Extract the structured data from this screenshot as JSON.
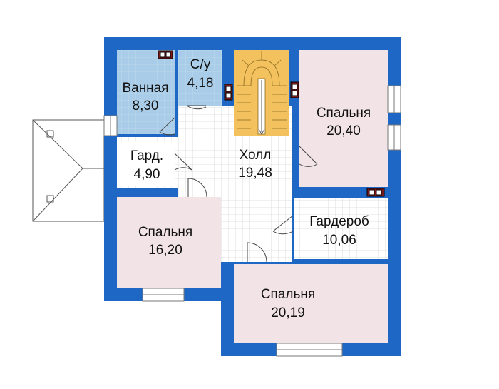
{
  "colors": {
    "wall": "#1f67c4",
    "bath_floor": "#a9cde8",
    "stair_floor": "#f3c15e",
    "bedroom_floor": "#f2e3e6",
    "hall_floor": "#ffffff",
    "grid_line": "#d3d3d3",
    "line": "#333333",
    "chimney": "#7a1a1a"
  },
  "rooms": [
    {
      "id": "bath",
      "name": "Ванная",
      "area": "8,30"
    },
    {
      "id": "wc",
      "name": "С/у",
      "area": "4,18"
    },
    {
      "id": "bedroom_ne",
      "name": "Спальня",
      "area": "20,40"
    },
    {
      "id": "closet",
      "name": "Гард.",
      "area": "4,90"
    },
    {
      "id": "hall",
      "name": "Холл",
      "area": "19,48"
    },
    {
      "id": "wardrobe",
      "name": "Гардероб",
      "area": "10,06"
    },
    {
      "id": "bedroom_w",
      "name": "Спальня",
      "area": "16,20"
    },
    {
      "id": "bedroom_s",
      "name": "Спальня",
      "area": "20,19"
    }
  ]
}
